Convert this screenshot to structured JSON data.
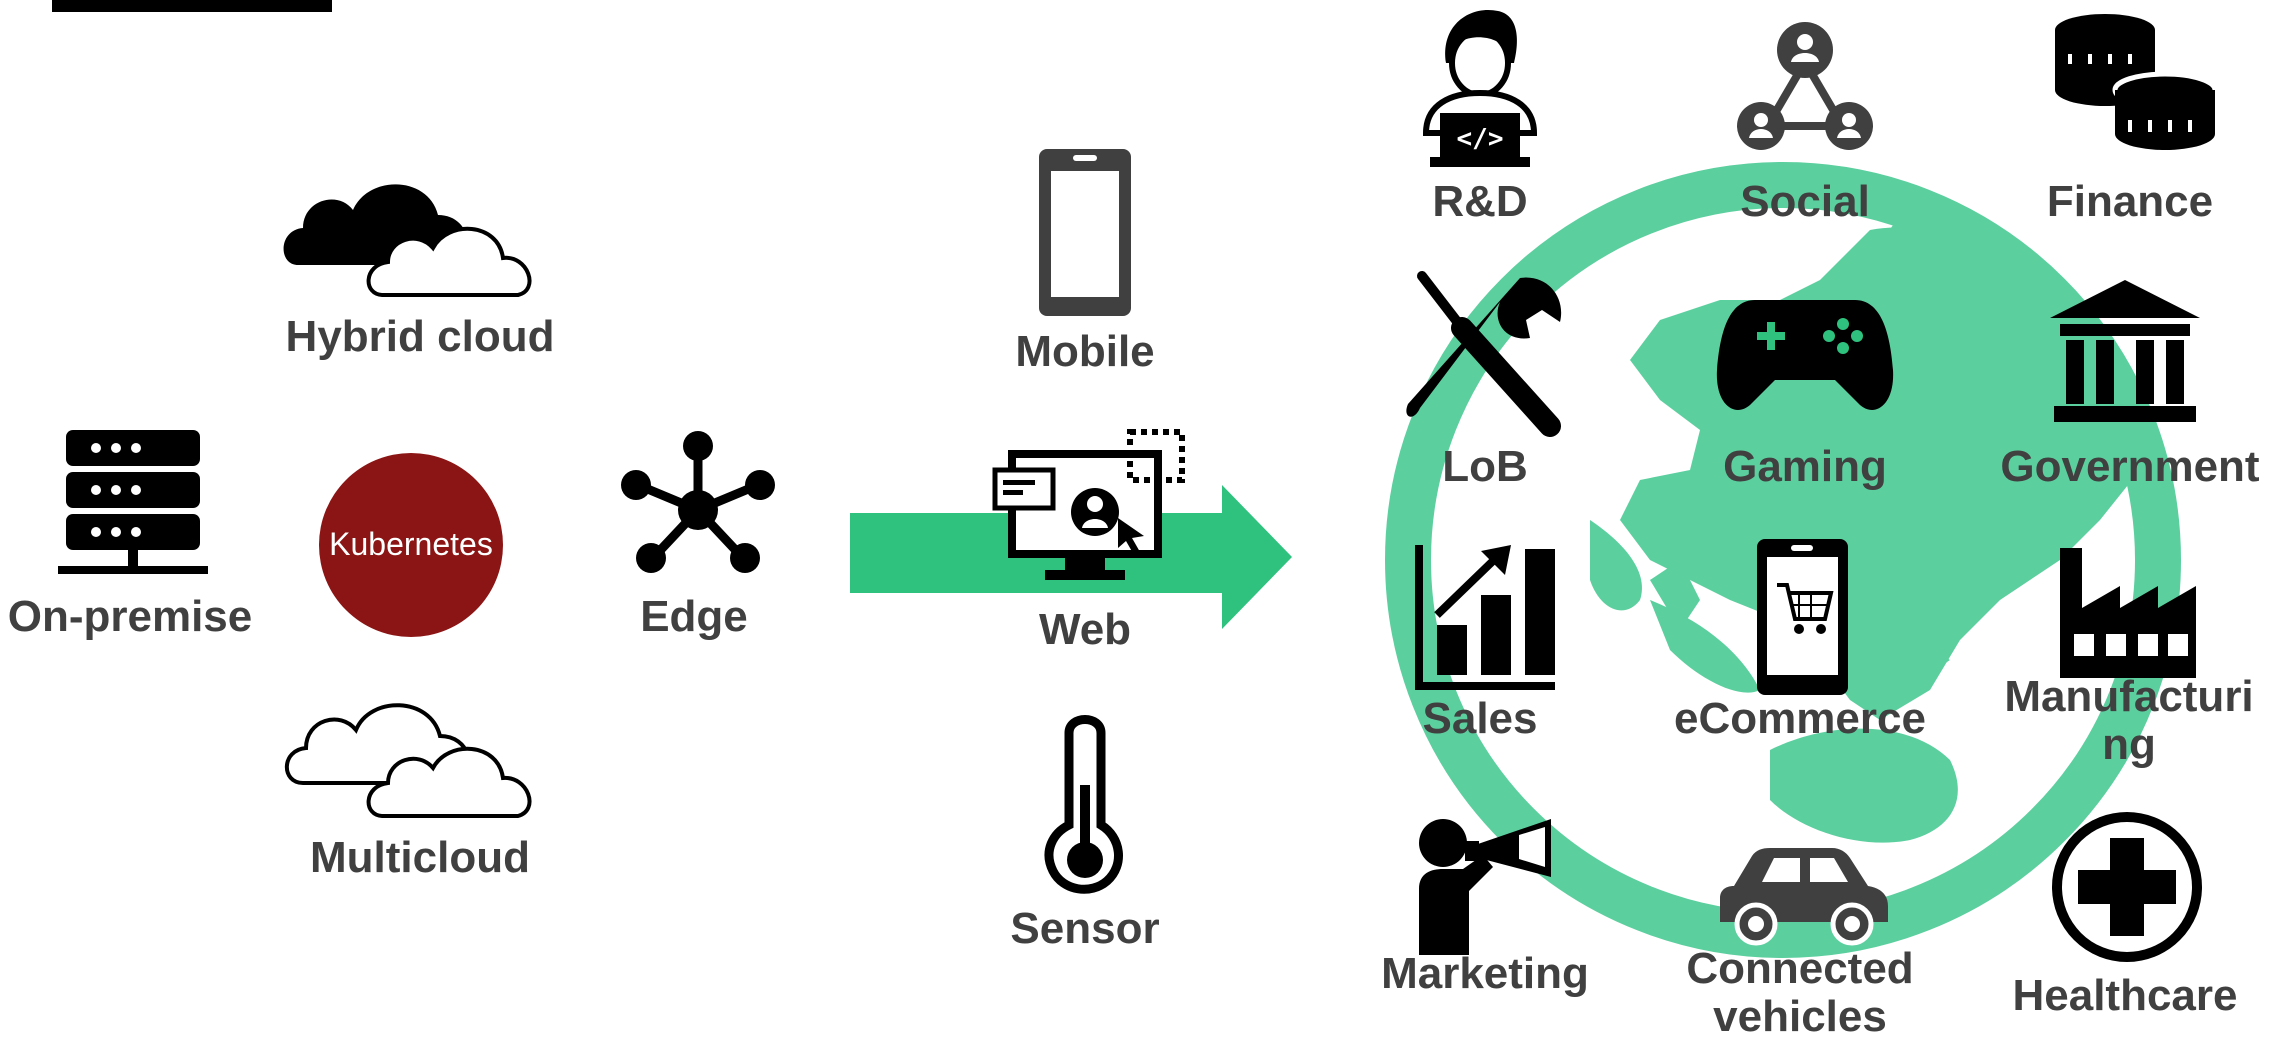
{
  "colors": {
    "label": "#404040",
    "accent_green": "#2ec27e",
    "globe_green": "#5ccf9f",
    "kubernetes_red": "#8b1414",
    "icon": "#000000"
  },
  "infrastructure": {
    "hybrid_cloud": "Hybrid cloud",
    "on_premise": "On-premise",
    "kubernetes": "Kubernetes",
    "edge": "Edge",
    "multicloud": "Multicloud"
  },
  "channels": {
    "mobile": "Mobile",
    "web": "Web",
    "sensor": "Sensor"
  },
  "industries": {
    "rd": "R&D",
    "social": "Social",
    "finance": "Finance",
    "lob": "LoB",
    "gaming": "Gaming",
    "government": "Government",
    "sales": "Sales",
    "ecommerce": "eCommerce",
    "manufacturing": "Manufacturing",
    "marketing": "Marketing",
    "connected_vehicles": "Connected vehicles",
    "healthcare": "Healthcare"
  }
}
